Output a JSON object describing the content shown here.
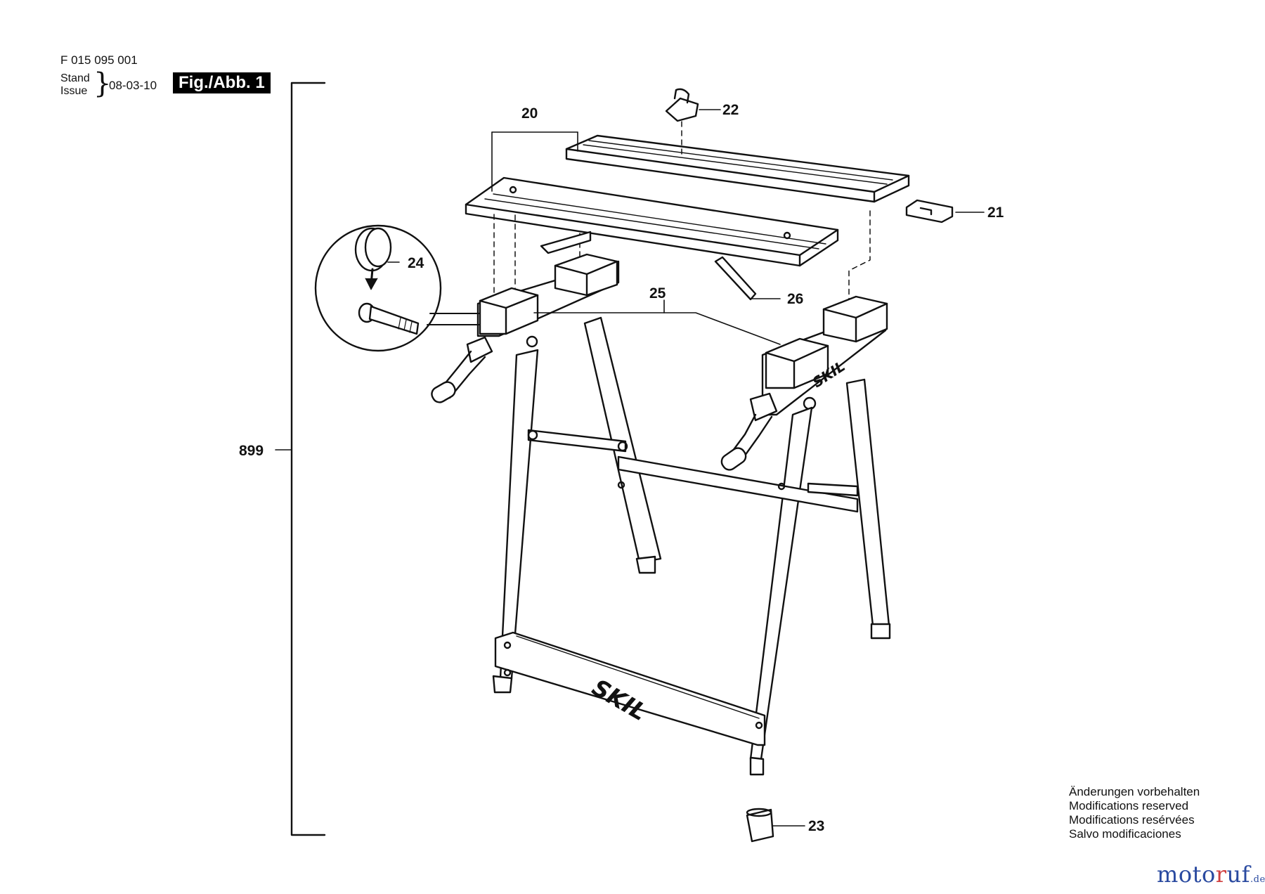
{
  "header": {
    "doc_number": "F 015 095 001",
    "stand_label": "Stand",
    "issue_label": "Issue",
    "date": "08-03-10",
    "figure_label": "Fig./Abb. 1"
  },
  "dimension": {
    "label": "899"
  },
  "callouts": {
    "c20": "20",
    "c21": "21",
    "c22": "22",
    "c23": "23",
    "c24": "24",
    "c25": "25",
    "c26": "26"
  },
  "brand": {
    "logo_text": "SKIL"
  },
  "notice": {
    "line1": "Änderungen vorbehalten",
    "line2": "Modifications reserved",
    "line3": "Modifications resérvées",
    "line4": "Salvo modificaciones"
  },
  "watermark": {
    "prefix": "moto",
    "accent": "r",
    "suffix": "uf",
    "tld": ".de"
  }
}
